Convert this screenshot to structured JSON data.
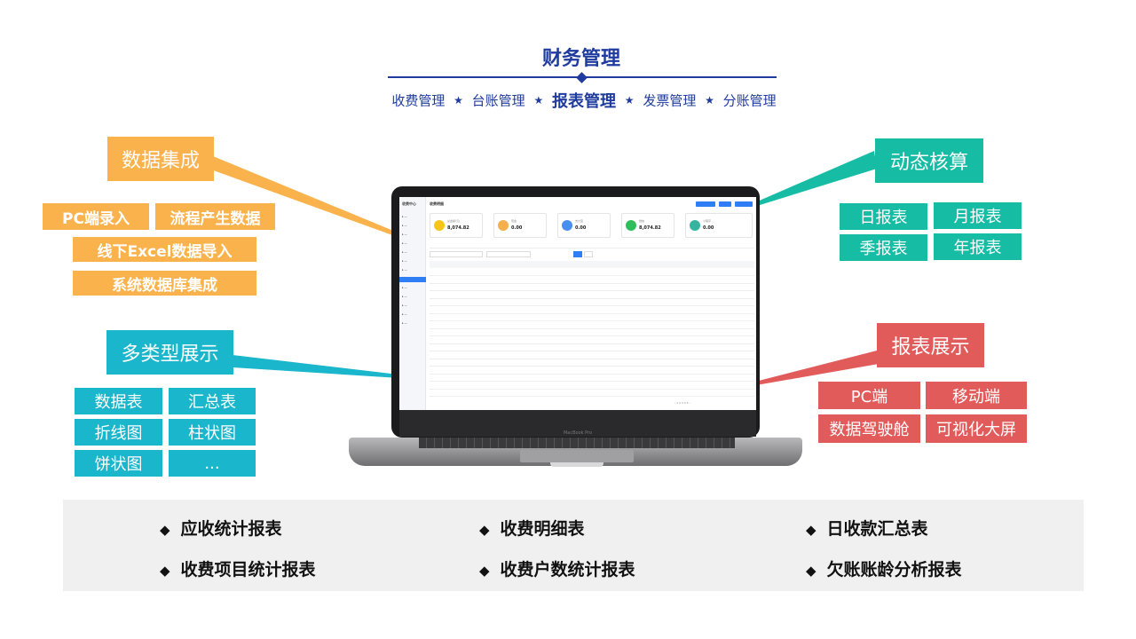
{
  "title": "财务管理",
  "nav": [
    "收费管理",
    "台账管理",
    "报表管理",
    "发票管理",
    "分账管理"
  ],
  "nav_active_index": 2,
  "nav_separator": "★",
  "sections": {
    "integration": {
      "title": "数据集成",
      "items": [
        "PC端录入",
        "流程产生数据",
        "线下Excel数据导入",
        "系统数据库集成"
      ]
    },
    "accounting": {
      "title": "动态核算",
      "items": [
        "日报表",
        "月报表",
        "季报表",
        "年报表"
      ]
    },
    "display_types": {
      "title": "多类型展示",
      "items": [
        "数据表",
        "汇总表",
        "折线图",
        "柱状图",
        "饼状图",
        "..."
      ]
    },
    "report_display": {
      "title": "报表展示",
      "items": [
        "PC端",
        "移动端",
        "数据驾驶舱",
        "可视化大屏"
      ]
    }
  },
  "bottom": {
    "bullet": "◆",
    "items": [
      "应收统计报表",
      "收费明细表",
      "日收款汇总表",
      "收费项目统计报表",
      "收费户数统计报表",
      "欠账账龄分析报表"
    ]
  },
  "laptop": {
    "brand": "MacBook Pro",
    "app": {
      "header": "收费中心",
      "page": "收费明细",
      "cards": [
        {
          "label": "总金额(元)",
          "value": "8,074.82",
          "color": "#f5c518"
        },
        {
          "label": "现金",
          "value": "0.00",
          "color": "#f3b04b"
        },
        {
          "label": "支付宝",
          "value": "0.00",
          "color": "#4a8df0"
        },
        {
          "label": "微信",
          "value": "8,074.82",
          "color": "#2fbf5a"
        },
        {
          "label": "小程序",
          "value": "0.00",
          "color": "#33b5a0"
        }
      ]
    }
  },
  "colors": {
    "primary": "#1f3b9e",
    "orange": "#f9b24c",
    "teal": "#16bca4",
    "cyan": "#1ab6cc",
    "red": "#e15b5b"
  }
}
